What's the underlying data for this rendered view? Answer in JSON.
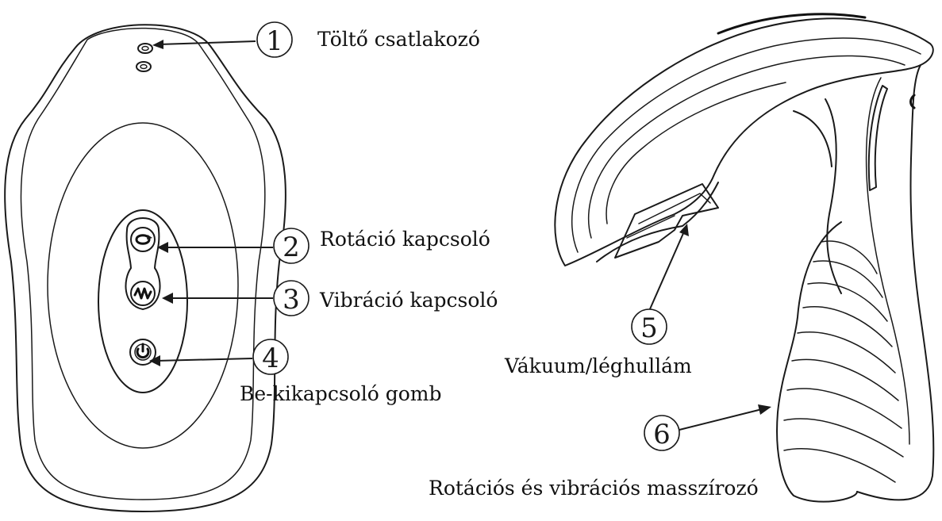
{
  "callouts": [
    {
      "number": "1",
      "label": "Töltő csatlakozó"
    },
    {
      "number": "2",
      "label": "Rotáció kapcsoló"
    },
    {
      "number": "3",
      "label": "Vibráció kapcsoló"
    },
    {
      "number": "4",
      "label": "Be-kikapcsoló gomb"
    },
    {
      "number": "5",
      "label": "Vákuum/léghullám"
    },
    {
      "number": "6",
      "label": "Rotációs és vibrációs masszírozó"
    }
  ],
  "icons": {
    "port": "charging-port-icon",
    "rotation": "rotation-icon",
    "vibration": "vibration-wave-icon",
    "power": "power-icon"
  }
}
